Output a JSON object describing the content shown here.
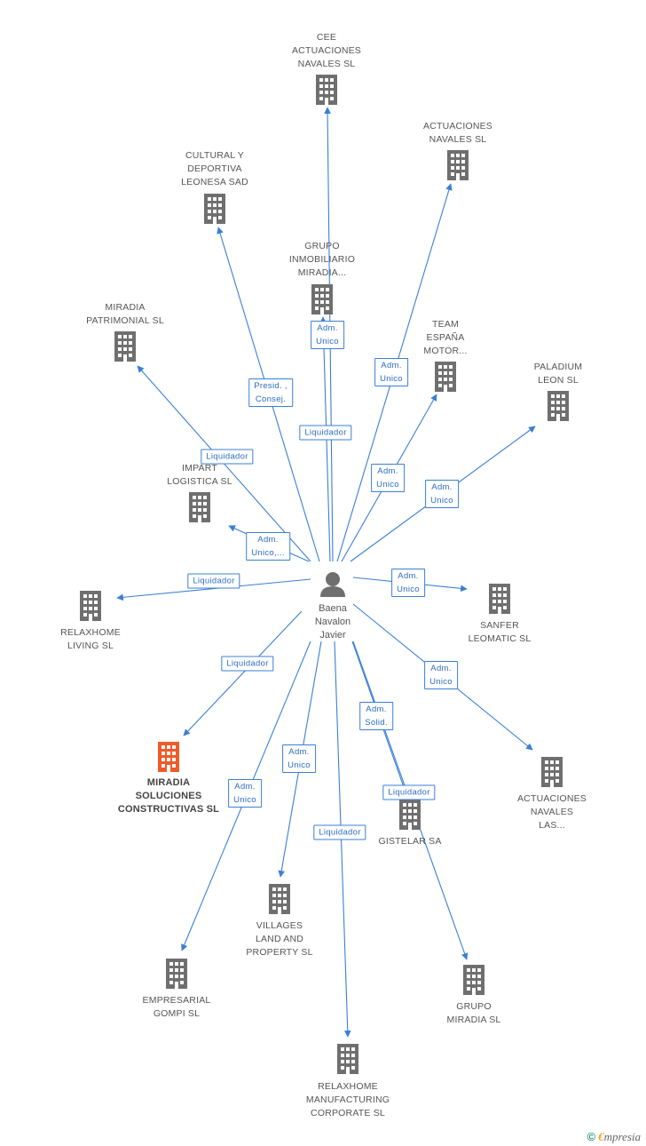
{
  "person": {
    "name_lines": [
      "Baena",
      "Navalon",
      "Javier"
    ],
    "icon": "person-icon"
  },
  "colors": {
    "edge": "#3a7fd5",
    "building": "#6f6f6f",
    "focus_building": "#f05a28",
    "person": "#6f6f6f"
  },
  "companies": [
    {
      "id": "cee",
      "lines": [
        "CEE",
        "ACTUACIONES",
        "NAVALES SL"
      ],
      "focus": false
    },
    {
      "id": "actuaciones-navales-sl",
      "lines": [
        "ACTUACIONES",
        "NAVALES  SL"
      ],
      "focus": false
    },
    {
      "id": "cultural",
      "lines": [
        "CULTURAL Y",
        "DEPORTIVA",
        "LEONESA SAD"
      ],
      "focus": false
    },
    {
      "id": "grupo-inmobiliario",
      "lines": [
        "GRUPO",
        "INMOBILIARIO",
        "MIRADIA..."
      ],
      "focus": false
    },
    {
      "id": "miradia-patrimonial",
      "lines": [
        "MIRADIA",
        "PATRIMONIAL SL"
      ],
      "focus": false
    },
    {
      "id": "team-espana",
      "lines": [
        "TEAM",
        "ESPAÑA",
        "MOTOR..."
      ],
      "focus": false
    },
    {
      "id": "paladium",
      "lines": [
        "PALADIUM",
        "LEON SL"
      ],
      "focus": false
    },
    {
      "id": "impart",
      "lines": [
        "IMPART",
        "LOGISTICA SL"
      ],
      "focus": false
    },
    {
      "id": "relaxhome-living",
      "lines": [
        "RELAXHOME",
        "LIVING SL"
      ],
      "focus": false
    },
    {
      "id": "sanfer",
      "lines": [
        "SANFER",
        "LEOMATIC SL"
      ],
      "focus": false
    },
    {
      "id": "miradia-soluciones",
      "lines": [
        "MIRADIA",
        "SOLUCIONES",
        "CONSTRUCTIVAS SL"
      ],
      "focus": true
    },
    {
      "id": "actuaciones-navales-las",
      "lines": [
        "ACTUACIONES",
        "NAVALES",
        "LAS..."
      ],
      "focus": false
    },
    {
      "id": "gistelar",
      "lines": [
        "GISTELAR SA"
      ],
      "focus": false
    },
    {
      "id": "villages",
      "lines": [
        "VILLAGES",
        "LAND AND",
        "PROPERTY SL"
      ],
      "focus": false
    },
    {
      "id": "empresarial-gompi",
      "lines": [
        "EMPRESARIAL",
        "GOMPI SL"
      ],
      "focus": false
    },
    {
      "id": "grupo-miradia",
      "lines": [
        "GRUPO",
        "MIRADIA SL"
      ],
      "focus": false
    },
    {
      "id": "relaxhome-manufacturing",
      "lines": [
        "RELAXHOME",
        "MANUFACTURING",
        "CORPORATE SL"
      ],
      "focus": false
    }
  ],
  "relations": [
    {
      "target": "cee",
      "lines": [
        "Adm.",
        "Unico"
      ]
    },
    {
      "target": "actuaciones-navales-sl",
      "lines": [
        "Adm.",
        "Unico"
      ]
    },
    {
      "target": "cultural",
      "lines": [
        "Presid. ,",
        "Consej."
      ]
    },
    {
      "target": "grupo-inmobiliario",
      "lines": [
        "Liquidador"
      ]
    },
    {
      "target": "miradia-patrimonial",
      "lines": [
        "Liquidador"
      ]
    },
    {
      "target": "team-espana",
      "lines": [
        "Adm.",
        "Unico"
      ]
    },
    {
      "target": "paladium",
      "lines": [
        "Adm.",
        "Unico"
      ]
    },
    {
      "target": "impart",
      "lines": [
        "Adm.",
        "Unico,..."
      ]
    },
    {
      "target": "relaxhome-living",
      "lines": [
        "Liquidador"
      ]
    },
    {
      "target": "sanfer",
      "lines": [
        "Adm.",
        "Unico"
      ]
    },
    {
      "target": "miradia-soluciones",
      "lines": [
        "Liquidador"
      ]
    },
    {
      "target": "actuaciones-navales-las",
      "lines": [
        "Adm.",
        "Unico"
      ]
    },
    {
      "target": "gistelar",
      "lines": [
        "Adm.",
        "Solid."
      ]
    },
    {
      "target": "grupo-miradia",
      "lines": [
        "Liquidador"
      ]
    },
    {
      "target": "villages",
      "lines": [
        "Adm.",
        "Unico"
      ]
    },
    {
      "target": "empresarial-gompi",
      "lines": [
        "Adm.",
        "Unico"
      ]
    },
    {
      "target": "relaxhome-manufacturing",
      "lines": [
        "Liquidador"
      ]
    }
  ],
  "footer": {
    "copyright": "©",
    "brand_initial": "€",
    "brand_rest": "mpresia"
  }
}
